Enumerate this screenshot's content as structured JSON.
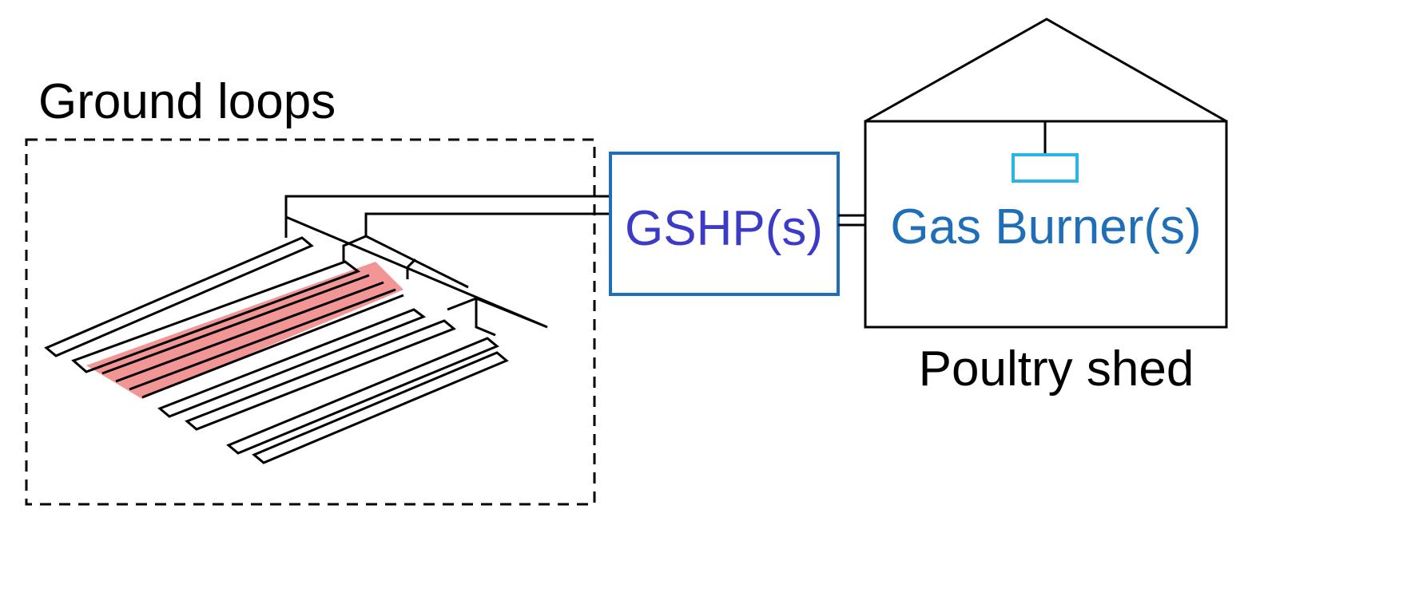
{
  "labels": {
    "ground_loops": "Ground loops",
    "gshp": "GSHP(s)",
    "gas_burner": "Gas Burner(s)",
    "poultry_shed": "Poultry shed"
  },
  "colors": {
    "line": "#000000",
    "gshp_box": "#1f6fb8",
    "gshp_text": "#3b3bc8",
    "gas_burner_text": "#1f6fb8",
    "heater_box": "#29b6e6",
    "highlight": "#f08a8a"
  },
  "loops": {
    "count": 6,
    "highlighted_loop": 2
  }
}
